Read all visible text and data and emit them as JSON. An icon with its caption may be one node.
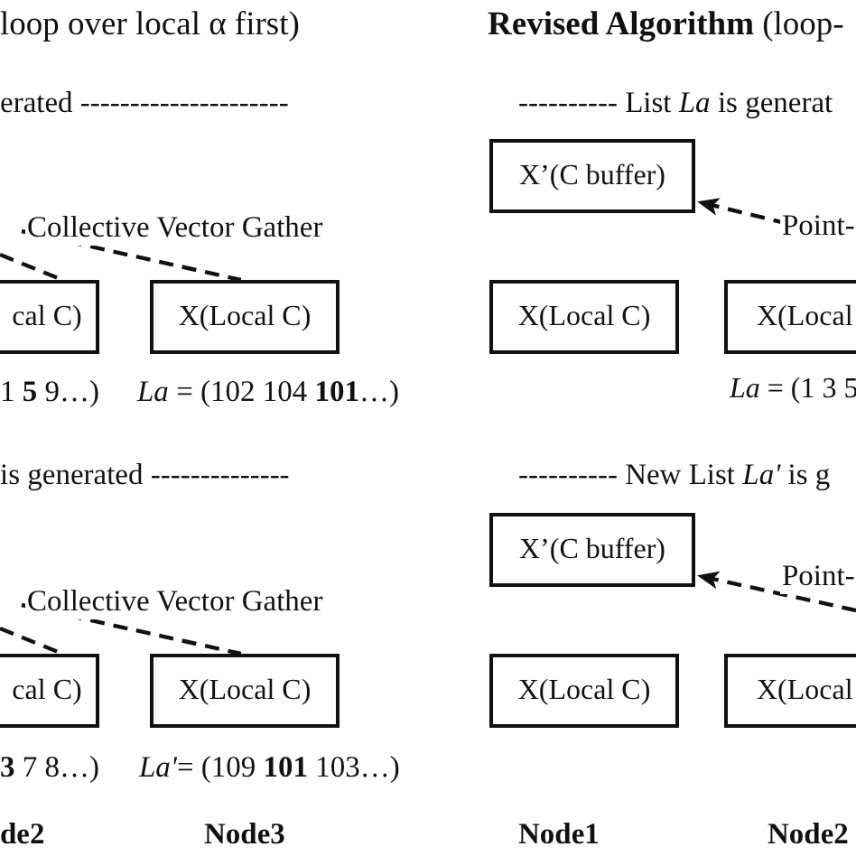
{
  "diagram": {
    "nodes": [
      {
        "text": [
          "cal C)"
        ]
      },
      {
        "text": [
          "X(Local C)"
        ]
      },
      {
        "text": [
          "X’(C buffer)"
        ]
      },
      {
        "text": [
          "X(Local C)"
        ]
      },
      {
        "text": [
          "X(Local"
        ]
      },
      {
        "text": [
          "cal C)"
        ]
      },
      {
        "text": [
          "X(Local C)"
        ]
      },
      {
        "text": [
          "X’(C buffer)"
        ]
      },
      {
        "text": [
          "X(Local C)"
        ]
      },
      {
        "text": [
          "X(Local"
        ]
      }
    ],
    "edges": [
      {
        "from": null,
        "to": 0,
        "arrow": "none",
        "style": "dashed"
      },
      {
        "from": null,
        "to": 1,
        "arrow": "none",
        "style": "dashed",
        "label": "Collective Vector Gather"
      },
      {
        "from": null,
        "to": 2,
        "arrow": "to",
        "style": "dashed",
        "label": "Point-"
      },
      {
        "from": null,
        "to": 5,
        "arrow": "none",
        "style": "dashed"
      },
      {
        "from": null,
        "to": 6,
        "arrow": "none",
        "style": "dashed",
        "label": "Collective Vector Gather"
      },
      {
        "from": null,
        "to": 7,
        "arrow": "to",
        "style": "dashed",
        "label": "Point-"
      }
    ],
    "labels": [
      "loop over local α first)",
      "**Revised Algorithm** (loop-",
      "erated ---------------------",
      "---------- List *La* is generat",
      "1 **5** 9…)",
      "*La* = (102 104 **101**…)",
      "*La* = (1 3 5",
      "is generated --------------",
      "---------- New List *La'* is g",
      "**3** 7 8…)",
      "*La'*= (109 **101** 103…)",
      "de2",
      "Node3",
      "Node1",
      "Node2"
    ]
  }
}
